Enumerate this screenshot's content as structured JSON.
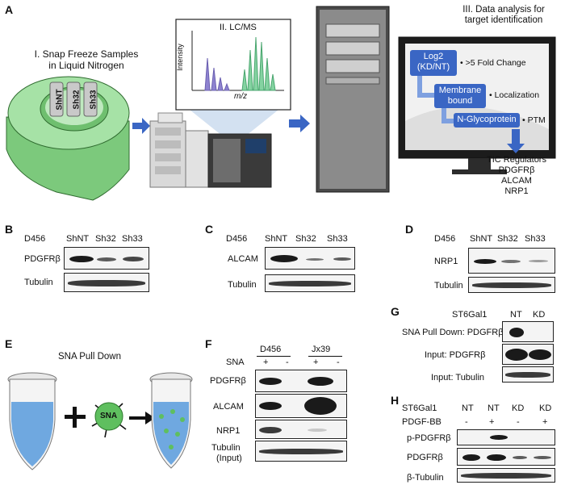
{
  "panel_a": {
    "letter": "A",
    "step1_label_line1": "I. Snap Freeze Samples",
    "step1_label_line2": "in Liquid Nitrogen",
    "tubes": [
      "ShNT",
      "Sh32",
      "Sh33"
    ],
    "step2_label": "II. LC/MS",
    "ms_ylabel": "Intensity",
    "ms_xlabel": "m/z",
    "step3_label_line1": "III. Data analysis for",
    "step3_label_line2": "target identification",
    "box1_line1": "Log2",
    "box1_line2": "(KD/NT)",
    "criteria1": "• >5 Fold Change",
    "box2_line1": "Membrane",
    "box2_line2": "bound",
    "criteria2": "• Localization",
    "box3": "N-Glycoprotein",
    "criteria3": "• PTM",
    "result_title": "TIC Regulators",
    "results": [
      "PDGFRβ",
      "ALCAM",
      "NRP1"
    ],
    "colors": {
      "freeze": "#8fd68f",
      "ms_purple": "#7b6fbf",
      "ms_green": "#6cc08a",
      "arrow": "#3a66c4",
      "screen": "#1c1c1c"
    }
  },
  "panel_b": {
    "letter": "B",
    "cell": "D456",
    "lanes": [
      "ShNT",
      "Sh32",
      "Sh33"
    ],
    "rows": [
      "PDGFRβ",
      "Tubulin"
    ]
  },
  "panel_c": {
    "letter": "C",
    "cell": "D456",
    "lanes": [
      "ShNT",
      "Sh32",
      "Sh33"
    ],
    "rows": [
      "ALCAM",
      "Tubulin"
    ]
  },
  "panel_d": {
    "letter": "D",
    "cell": "D456",
    "lanes": [
      "ShNT",
      "Sh32",
      "Sh33"
    ],
    "rows": [
      "NRP1",
      "Tubulin"
    ]
  },
  "panel_e": {
    "letter": "E",
    "title": "SNA Pull Down",
    "bead_label": "SNA",
    "colors": {
      "liquid": "#6fa8e0",
      "bead": "#5fbf5f"
    }
  },
  "panel_f": {
    "letter": "F",
    "cells": [
      "D456",
      "Jx39"
    ],
    "sna_label": "SNA",
    "sna_signs": [
      "+",
      "-",
      "+",
      "-"
    ],
    "rows": [
      "PDGFRβ",
      "ALCAM",
      "NRP1",
      "Tubulin",
      "(Input)"
    ]
  },
  "panel_g": {
    "letter": "G",
    "condition": "ST6Gal1",
    "lanes": [
      "NT",
      "KD"
    ],
    "rows": [
      "SNA Pull Down: PDGFRβ",
      "Input: PDGFRβ",
      "Input: Tubulin"
    ]
  },
  "panel_h": {
    "letter": "H",
    "condition": "ST6Gal1",
    "lanes": [
      "NT",
      "NT",
      "KD",
      "KD"
    ],
    "treatment": "PDGF-BB",
    "treatment_signs": [
      "-",
      "+",
      "-",
      "+"
    ],
    "rows": [
      "p-PDGFRβ",
      "PDGFRβ",
      "β-Tubulin"
    ]
  }
}
